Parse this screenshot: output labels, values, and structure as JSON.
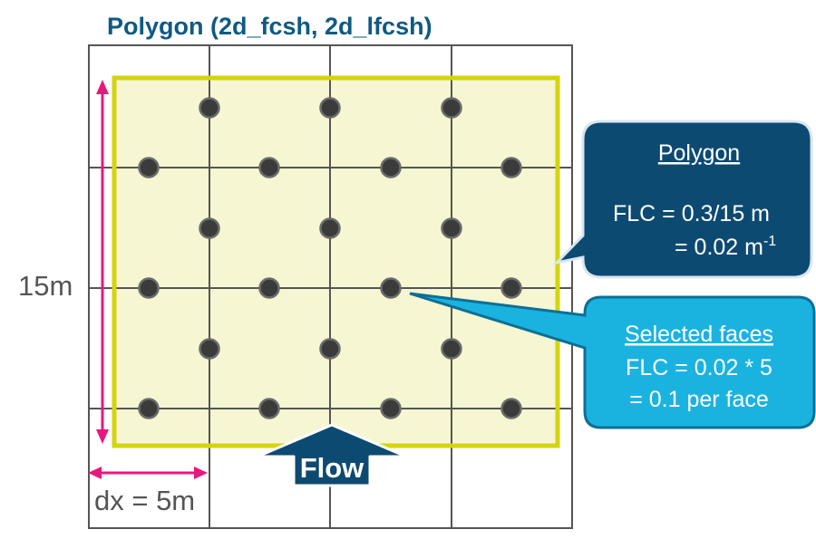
{
  "title": "Polygon (2d_fcsh, 2d_lfcsh)",
  "dimension_vertical": "15m",
  "dimension_horizontal": "dx = 5m",
  "flow_label": "Flow",
  "callout_polygon": {
    "heading": "Polygon",
    "line1": "FLC = 0.3/15 m",
    "line2": "= 0.02 m",
    "line2_superscript": "-1"
  },
  "callout_faces": {
    "heading": "Selected faces",
    "line1": "FLC = 0.02 * 5",
    "line2": "= 0.1 per face"
  },
  "colors": {
    "title": "#0e5a82",
    "grid": "#555555",
    "polygon_fill": "#f6f6d2",
    "polygon_border": "#d4d40f",
    "node": "#3b3b3b",
    "dimension": "#e6197c",
    "callout_dark": "#0d4a72",
    "callout_light": "#1ab3e0",
    "flow_arrow": "#0d4a72"
  }
}
